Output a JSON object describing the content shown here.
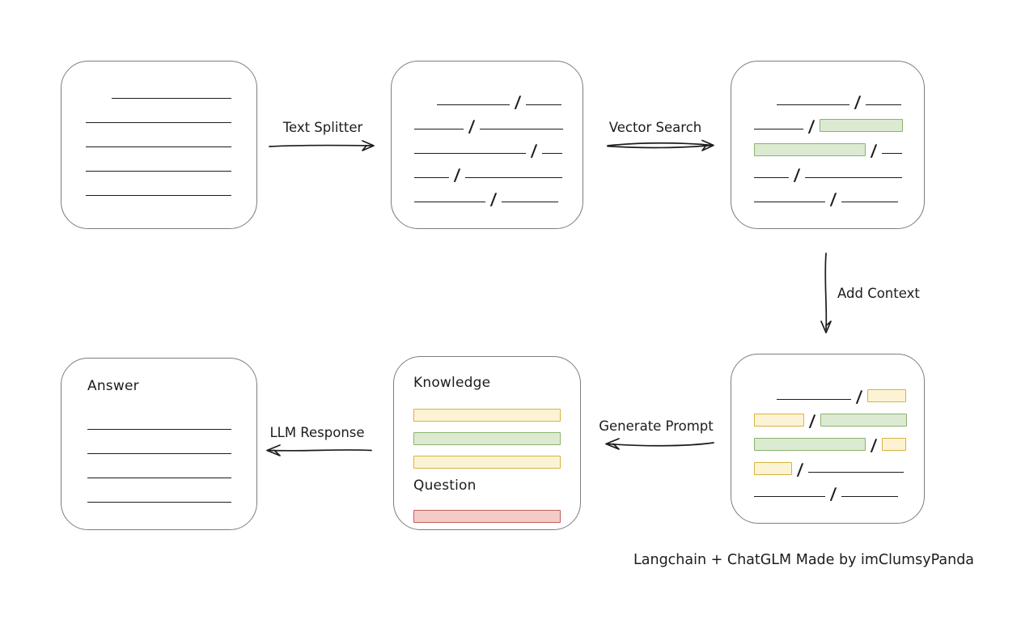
{
  "labels": {
    "text_splitter": "Text Splitter",
    "vector_search": "Vector Search",
    "add_context": "Add Context",
    "generate_prompt": "Generate Prompt",
    "llm_response": "LLM Response"
  },
  "prompt_box": {
    "knowledge_label": "Knowledge",
    "question_label": "Question"
  },
  "answer_box": {
    "title": "Answer"
  },
  "credit": "Langchain + ChatGLM Made by imClumsyPanda",
  "colors": {
    "ink": "#1c1c1c",
    "box_stroke": "#7d7d7d",
    "green_fill": "#dcead2",
    "green_stroke": "#8ab46d",
    "yellow_fill": "#fcf3d4",
    "yellow_stroke": "#d8b23f",
    "red_fill": "#f5cbc7",
    "red_stroke": "#c0625c"
  },
  "boxes": {
    "source_doc": {
      "rows": [
        {
          "indent": 32,
          "segs": [
            [
              "line",
              148
            ]
          ]
        },
        {
          "segs": [
            [
              "line",
              180
            ]
          ]
        },
        {
          "segs": [
            [
              "line",
              180
            ]
          ]
        },
        {
          "segs": [
            [
              "line",
              180
            ]
          ]
        },
        {
          "segs": [
            [
              "line",
              180
            ]
          ]
        }
      ]
    },
    "split_text": {
      "rows": [
        {
          "indent": 28,
          "segs": [
            [
              "line",
              90
            ],
            [
              "slash"
            ],
            [
              "line",
              44
            ]
          ]
        },
        {
          "segs": [
            [
              "line",
              61
            ],
            [
              "slash"
            ],
            [
              "line",
              103
            ]
          ]
        },
        {
          "segs": [
            [
              "line",
              138
            ],
            [
              "slash"
            ],
            [
              "line",
              25
            ]
          ]
        },
        {
          "segs": [
            [
              "line",
              43
            ],
            [
              "slash"
            ],
            [
              "line",
              120
            ]
          ]
        },
        {
          "segs": [
            [
              "line",
              88
            ],
            [
              "slash"
            ],
            [
              "line",
              70
            ]
          ]
        }
      ]
    },
    "vector_result": {
      "rows": [
        {
          "indent": 28,
          "segs": [
            [
              "line",
              90
            ],
            [
              "slash"
            ],
            [
              "line",
              44
            ]
          ]
        },
        {
          "segs": [
            [
              "line",
              61
            ],
            [
              "slash"
            ],
            [
              "bar-green",
              103
            ]
          ]
        },
        {
          "segs": [
            [
              "bar-green",
              138
            ],
            [
              "slash"
            ],
            [
              "line",
              25
            ]
          ]
        },
        {
          "segs": [
            [
              "line",
              43
            ],
            [
              "slash"
            ],
            [
              "line",
              120
            ]
          ]
        },
        {
          "segs": [
            [
              "line",
              88
            ],
            [
              "slash"
            ],
            [
              "line",
              70
            ]
          ]
        }
      ]
    },
    "context_result": {
      "rows": [
        {
          "indent": 28,
          "segs": [
            [
              "line",
              92
            ],
            [
              "slash"
            ],
            [
              "bar-yellow",
              48
            ]
          ]
        },
        {
          "segs": [
            [
              "bar-yellow",
              62
            ],
            [
              "slash"
            ],
            [
              "bar-green",
              107
            ]
          ]
        },
        {
          "segs": [
            [
              "bar-green",
              138
            ],
            [
              "slash"
            ],
            [
              "bar-yellow",
              30
            ]
          ]
        },
        {
          "segs": [
            [
              "bar-yellow",
              47
            ],
            [
              "slash"
            ],
            [
              "line",
              118
            ]
          ]
        },
        {
          "segs": [
            [
              "line",
              88
            ],
            [
              "slash"
            ],
            [
              "line",
              70
            ]
          ]
        }
      ]
    },
    "prompt": {
      "knowledge_rows": [
        {
          "segs": [
            [
              "bar-yellow",
              182
            ]
          ]
        },
        {
          "segs": [
            [
              "bar-green",
              182
            ]
          ]
        },
        {
          "segs": [
            [
              "bar-yellow",
              182
            ]
          ]
        }
      ],
      "question_rows": [
        {
          "segs": [
            [
              "bar-red",
              182
            ]
          ]
        }
      ]
    },
    "answer": {
      "rows": [
        {
          "segs": [
            [
              "line",
              178
            ]
          ]
        },
        {
          "segs": [
            [
              "line",
              178
            ]
          ]
        },
        {
          "segs": [
            [
              "line",
              178
            ]
          ]
        },
        {
          "segs": [
            [
              "line",
              178
            ]
          ]
        }
      ]
    }
  }
}
